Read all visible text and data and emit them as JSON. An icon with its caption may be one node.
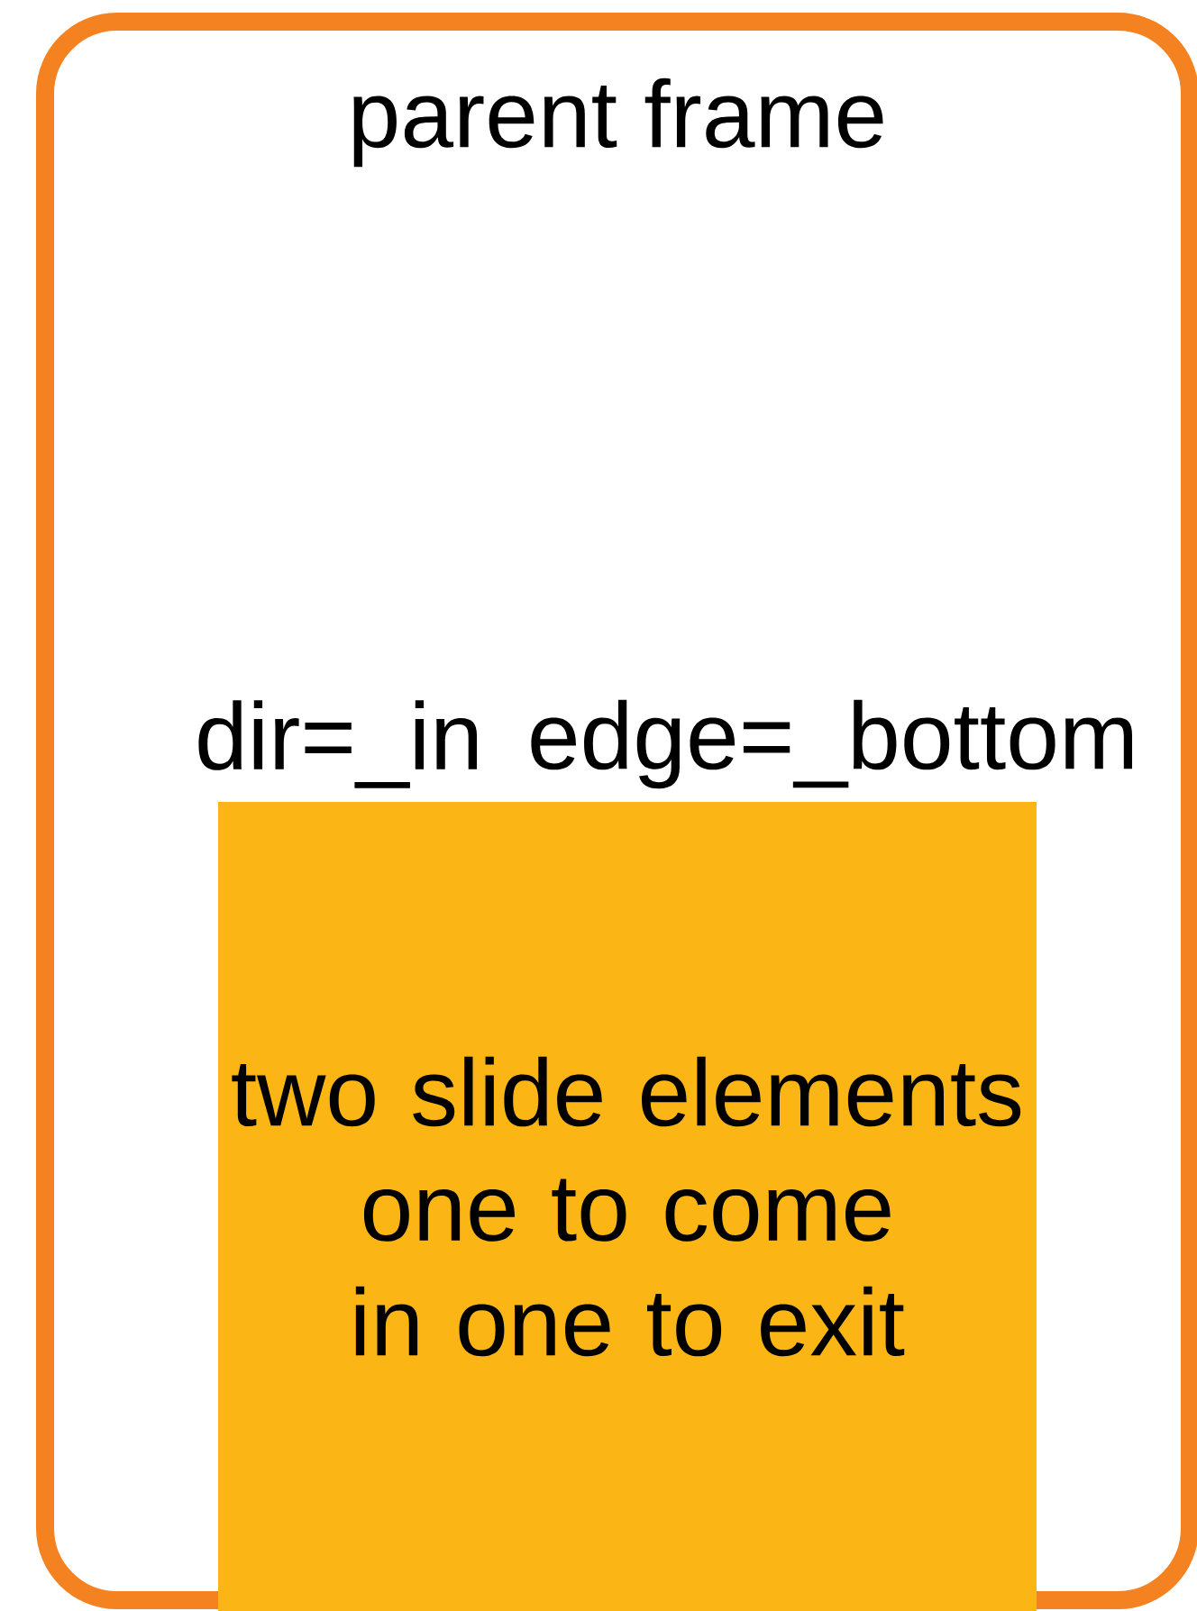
{
  "diagram": {
    "nodes": [
      {
        "text": [
          "parent frame"
        ]
      },
      {
        "text": [
          "two slide elements one to come in one to exit"
        ],
        "in": 0,
        "beside": [
          "dir=_in",
          "edge=_bottom"
        ]
      }
    ]
  }
}
